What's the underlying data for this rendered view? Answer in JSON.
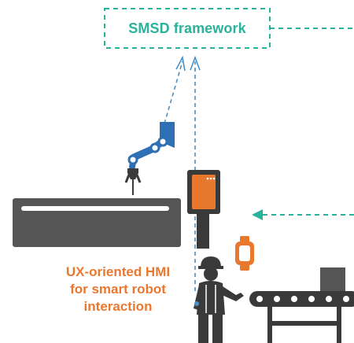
{
  "framework": {
    "label": "SMSD framework"
  },
  "hmi_caption": {
    "lines": [
      "UX-oriented HMI",
      "for smart robot",
      "interaction"
    ]
  },
  "colors": {
    "teal": "#2ab39c",
    "blue_dashed": "#4a90c8",
    "orange": "#e9782f",
    "dark": "#3a3a3a",
    "robot_blue": "#2f6fb3",
    "gray_box": "#555555"
  },
  "icons": [
    "robot-arm-icon",
    "hmi-panel-icon",
    "smartwatch-icon",
    "worker-icon",
    "conveyor-belt-icon",
    "machine-bed-icon"
  ]
}
